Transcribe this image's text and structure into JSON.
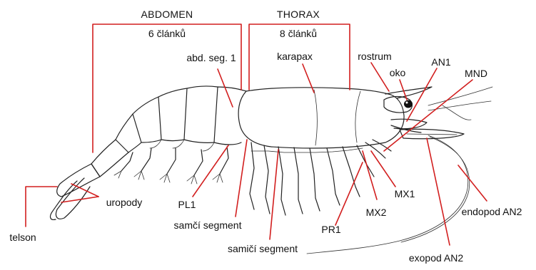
{
  "colors": {
    "leader": "#d21f1f",
    "outline": "#222222",
    "text": "#111111",
    "background": "#ffffff"
  },
  "brackets": {
    "abdomen": {
      "title": "ABDOMEN",
      "subtitle": "6 článků"
    },
    "thorax": {
      "title": "THORAX",
      "subtitle": "8 článků"
    }
  },
  "labels": {
    "abd_seg_1": "abd. seg. 1",
    "karapax": "karapax",
    "rostrum": "rostrum",
    "oko": "oko",
    "an1": "AN1",
    "mnd": "MND",
    "telson": "telson",
    "uropody": "uropody",
    "pl1": "PL1",
    "samci_segment": "samčí segment",
    "samici_segment": "samičí segment",
    "pr1": "PR1",
    "mx1": "MX1",
    "mx2": "MX2",
    "endopod_an2": "endopod AN2",
    "exopod_an2": "exopod AN2"
  }
}
